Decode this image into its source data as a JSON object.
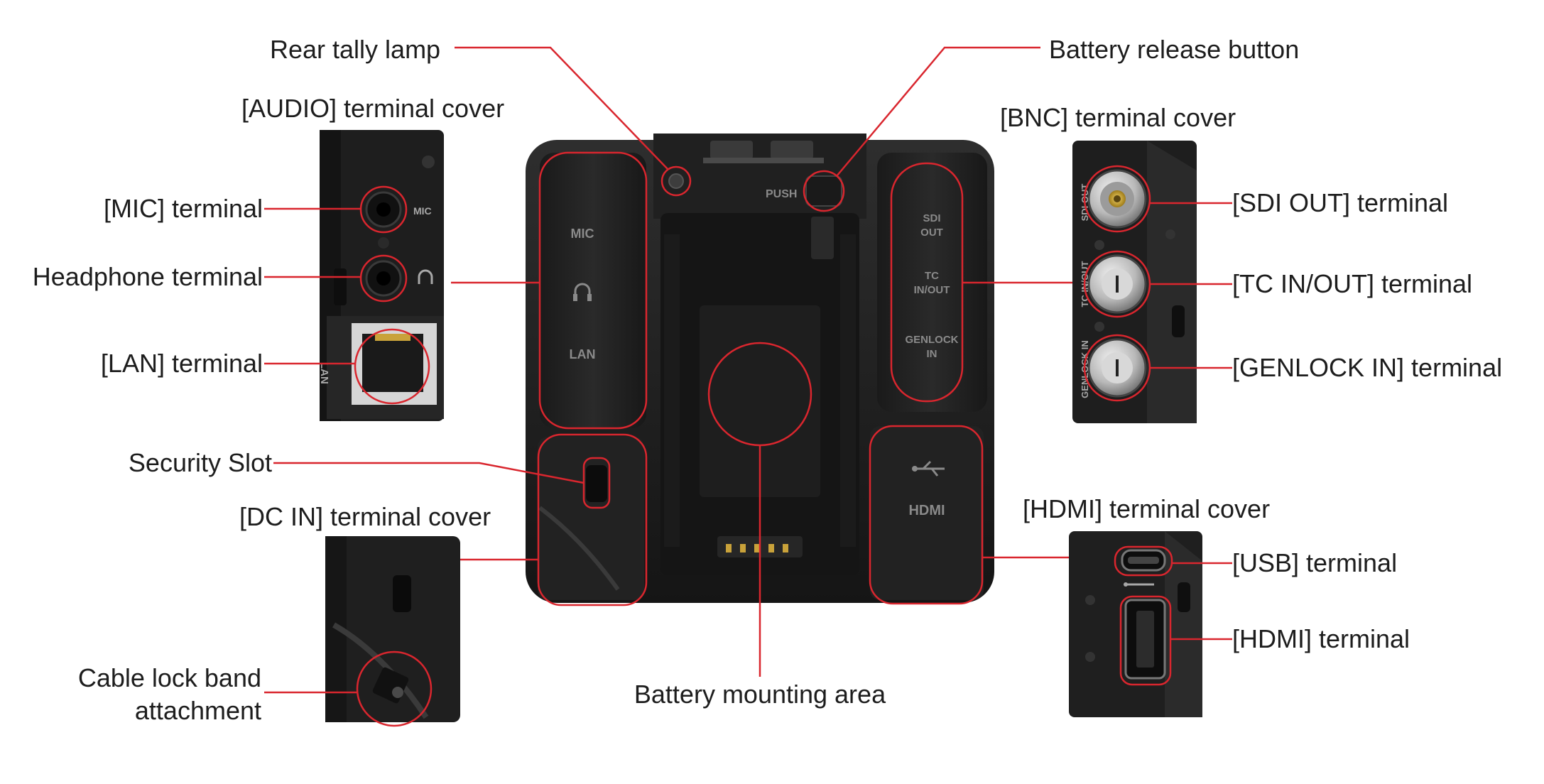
{
  "labels": {
    "rear_tally_lamp": "Rear tally lamp",
    "audio_terminal_cover": "[AUDIO] terminal cover",
    "mic_terminal": "[MIC] terminal",
    "headphone_terminal": "Headphone terminal",
    "lan_terminal": "[LAN] terminal",
    "security_slot": "Security Slot",
    "dc_in_terminal_cover": "[DC IN] terminal cover",
    "cable_lock_band_attachment_line1": "Cable lock band",
    "cable_lock_band_attachment_line2": "attachment",
    "battery_mounting_area": "Battery mounting area",
    "battery_release_button": "Battery release button",
    "bnc_terminal_cover": "[BNC] terminal cover",
    "sdi_out_terminal": "[SDI OUT] terminal",
    "tc_in_out_terminal": "[TC IN/OUT] terminal",
    "genlock_in_terminal": "[GENLOCK IN] terminal",
    "hdmi_terminal_cover": "[HDMI] terminal cover",
    "usb_terminal": "[USB] terminal",
    "hdmi_terminal": "[HDMI] terminal"
  },
  "device_markings": {
    "cover_mic": "MIC",
    "cover_lan": "LAN",
    "cover_sdi_out_1": "SDI",
    "cover_sdi_out_2": "OUT",
    "cover_tc_1": "TC",
    "cover_tc_2": "IN/OUT",
    "cover_genlock_1": "GENLOCK",
    "cover_genlock_2": "IN",
    "cover_hdmi": "HDMI",
    "push": "PUSH",
    "panel_mic": "MIC",
    "panel_lan": "LAN",
    "panel_sdi_out": "SDI OUT",
    "panel_tc_in_out": "TC IN/OUT",
    "panel_genlock_in": "GENLOCK IN"
  },
  "colors": {
    "callout_red": "#d9262e",
    "body_dark": "#1f1f1f",
    "body_mid": "#2c2c2c",
    "label_text": "#1d1d1d"
  }
}
